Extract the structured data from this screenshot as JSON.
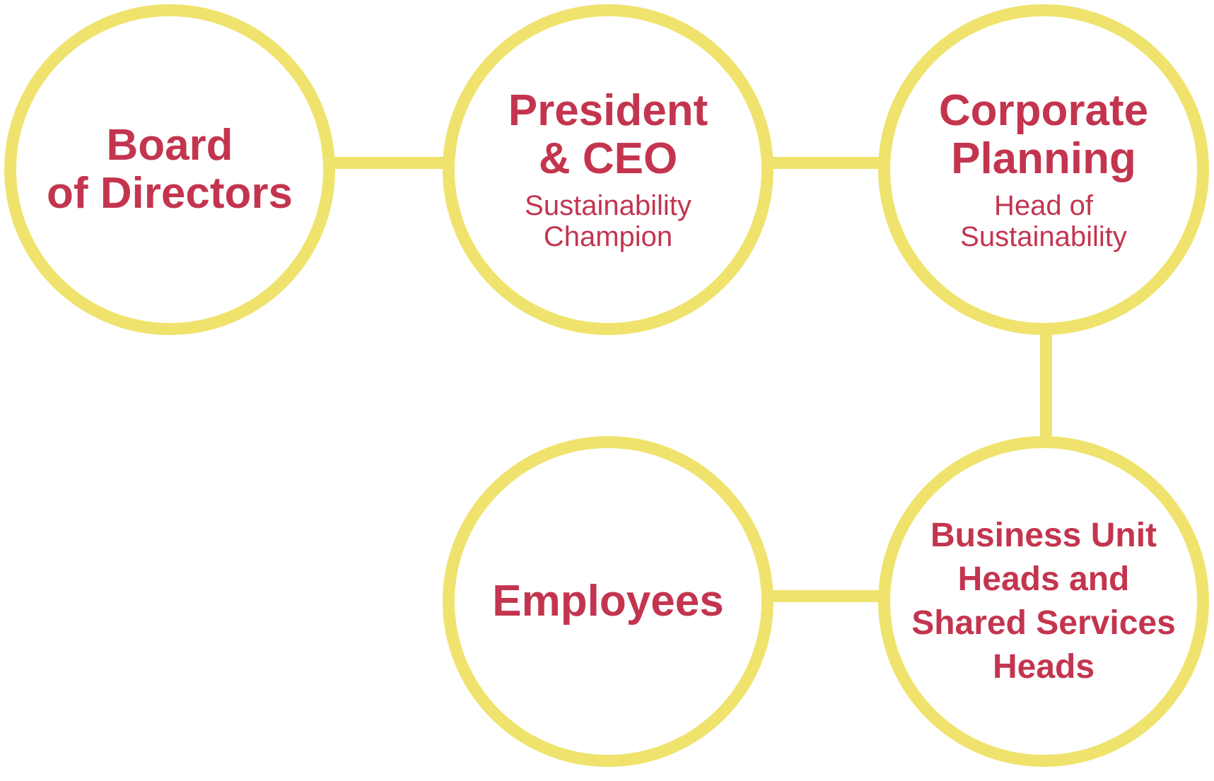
{
  "colors": {
    "ring": "#efe36d",
    "text": "#c3354f",
    "background": "#ffffff"
  },
  "nodes": {
    "board": {
      "title": "Board\nof Directors"
    },
    "president": {
      "title": "President\n& CEO",
      "subtitle": "Sustainability\nChampion"
    },
    "planning": {
      "title": "Corporate\nPlanning",
      "subtitle": "Head of\nSustainability"
    },
    "employees": {
      "title": "Employees"
    },
    "business_units": {
      "title": "Business Unit\nHeads and\nShared Services\nHeads"
    }
  }
}
